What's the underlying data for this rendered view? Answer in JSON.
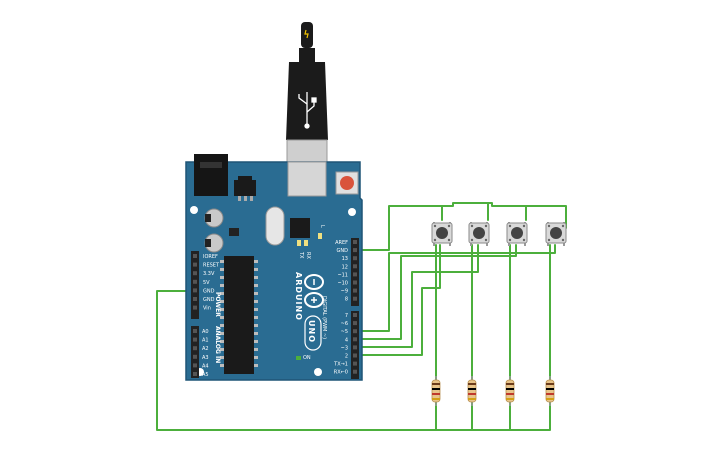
{
  "colors": {
    "board": "#2a6c92",
    "board_edge": "#1f5576",
    "wire": "#4caf3c",
    "header": "#222222",
    "chip": "#1a1a1a",
    "usb_body": "#1b1b1b",
    "usb_metal": "#cfcfcf",
    "reset": "#d9533b",
    "button_cap": "#444444",
    "button_body": "#d9d9d9",
    "resistor_body": "#e8c48a"
  },
  "board": {
    "brand": "ARDUINO",
    "model": "UNO",
    "power_title": "POWER",
    "analog_title": "ANALOG IN",
    "digital_title": "DIGITAL (PWM ~)",
    "on_label": "ON",
    "power_pins": [
      "IOREF",
      "RESET",
      "3.3V",
      "5V",
      "GND",
      "GND",
      "Vin"
    ],
    "analog_pins": [
      "A0",
      "A1",
      "A2",
      "A3",
      "A4",
      "A5"
    ],
    "digital_top_pins": [
      "AREF",
      "GND",
      "13",
      "12",
      "~11",
      "~10",
      "~9",
      "8"
    ],
    "digital_bottom_pins": [
      "7",
      "~6",
      "~5",
      "4",
      "~3",
      "2",
      "TX→1",
      "RX←0"
    ],
    "led_labels": [
      "TX",
      "RX",
      "L"
    ]
  },
  "components": {
    "pushbuttons": [
      "button-1",
      "button-2",
      "button-3",
      "button-4"
    ],
    "resistors": [
      "resistor-1",
      "resistor-2",
      "resistor-3",
      "resistor-4"
    ]
  },
  "icons": {
    "usb": "usb-icon",
    "lightning": "lightning-icon",
    "infinity_logo": "arduino-logo-icon"
  }
}
